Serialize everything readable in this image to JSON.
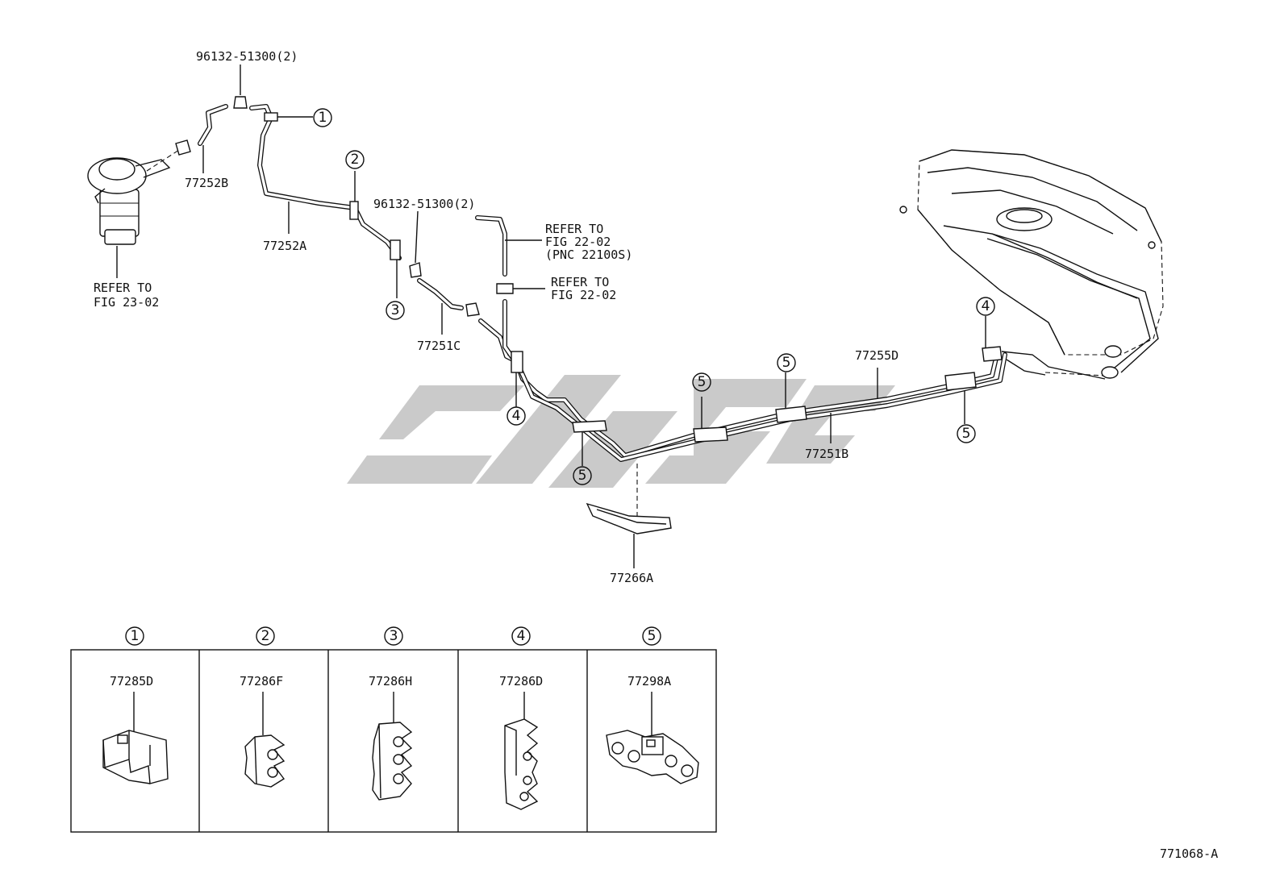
{
  "diagram": {
    "drawing_number": "771068-A",
    "labels": {
      "bolt_top": "96132-51300(2)",
      "bolt_mid": "96132-51300(2)",
      "hose_b": "77252B",
      "pipe_a": "77252A",
      "hose_c": "77251C",
      "pipe_b": "77251B",
      "pipe_d": "77255D",
      "protector": "77266A",
      "refer_23_line1": "REFER TO",
      "refer_23_line2": "FIG 23-02",
      "refer_22a_line1": "REFER TO",
      "refer_22a_line2": "FIG 22-02",
      "refer_22a_line3": "(PNC 22100S)",
      "refer_22b_line1": "REFER TO",
      "refer_22b_line2": "FIG 22-02"
    },
    "callouts": [
      "1",
      "2",
      "3",
      "4",
      "5"
    ],
    "legend": [
      {
        "index": "1",
        "part": "77285D"
      },
      {
        "index": "2",
        "part": "77286F"
      },
      {
        "index": "3",
        "part": "77286H"
      },
      {
        "index": "4",
        "part": "77286D"
      },
      {
        "index": "5",
        "part": "77298A"
      }
    ],
    "watermark_color": "#9e9e9e"
  }
}
